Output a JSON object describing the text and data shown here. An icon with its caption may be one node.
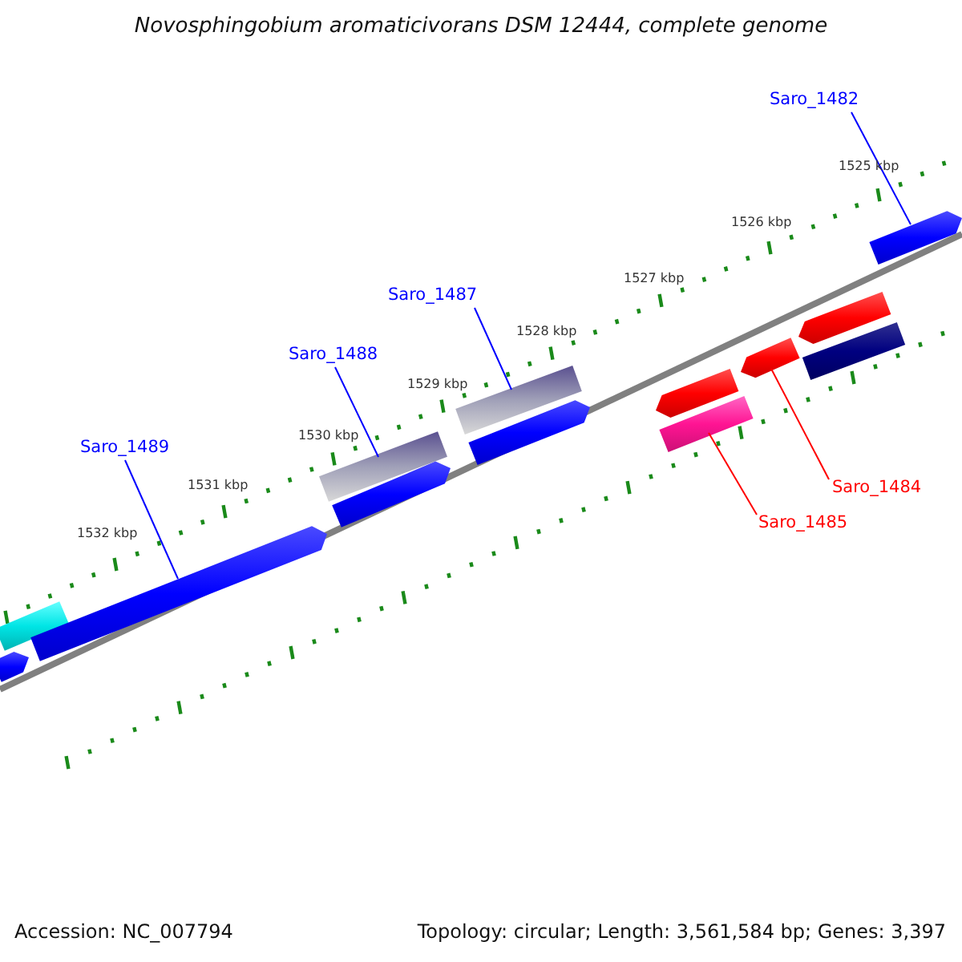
{
  "diagram": {
    "title": "Novosphingobium aromaticivorans DSM 12444, complete genome",
    "nodes": [
      {
        "text": [
          "Saro_1482"
        ]
      },
      {
        "text": [
          "Saro_1487"
        ]
      },
      {
        "text": [
          "Saro_1488"
        ]
      },
      {
        "text": [
          "Saro_1489"
        ]
      },
      {
        "text": [
          "Saro_1484"
        ]
      },
      {
        "text": [
          "Saro_1485"
        ]
      },
      {
        "text": [],
        "shape": "arrow"
      },
      {
        "text": [],
        "shape": "arrow"
      },
      {
        "text": [],
        "shape": "arrow"
      },
      {
        "text": [],
        "shape": "arrow"
      },
      {
        "text": [],
        "shape": "arrow"
      },
      {
        "text": [],
        "shape": "arrow"
      },
      {
        "text": [],
        "shape": "arrow"
      },
      {
        "text": [],
        "shape": "arrow"
      },
      {
        "text": [],
        "shape": "arrow"
      },
      {
        "text": [],
        "shape": "arrow"
      },
      {
        "text": [],
        "shape": "arrow"
      },
      {
        "text": [],
        "shape": "arrow"
      },
      {
        "text": [],
        "shape": "arrow"
      }
    ],
    "edges": [
      {
        "from": 0,
        "to": 18,
        "arrow": "none"
      },
      {
        "from": 1,
        "to": 11,
        "arrow": "none"
      },
      {
        "from": 2,
        "to": 9,
        "arrow": "none"
      },
      {
        "from": 3,
        "to": 8,
        "arrow": "none"
      },
      {
        "from": 4,
        "to": 15,
        "arrow": "none",
        "color": "#ff0000"
      },
      {
        "from": 5,
        "to": 14,
        "arrow": "none",
        "color": "#ff0000"
      }
    ],
    "labels": [
      "1525 kbp",
      "1526 kbp",
      "1527 kbp",
      "1528 kbp",
      "1529 kbp",
      "1530 kbp",
      "1531 kbp",
      "1532 kbp",
      "Accession: NC_007794",
      "Topology: circular; Length: 3,561,584 bp; Genes: 3,397"
    ]
  }
}
